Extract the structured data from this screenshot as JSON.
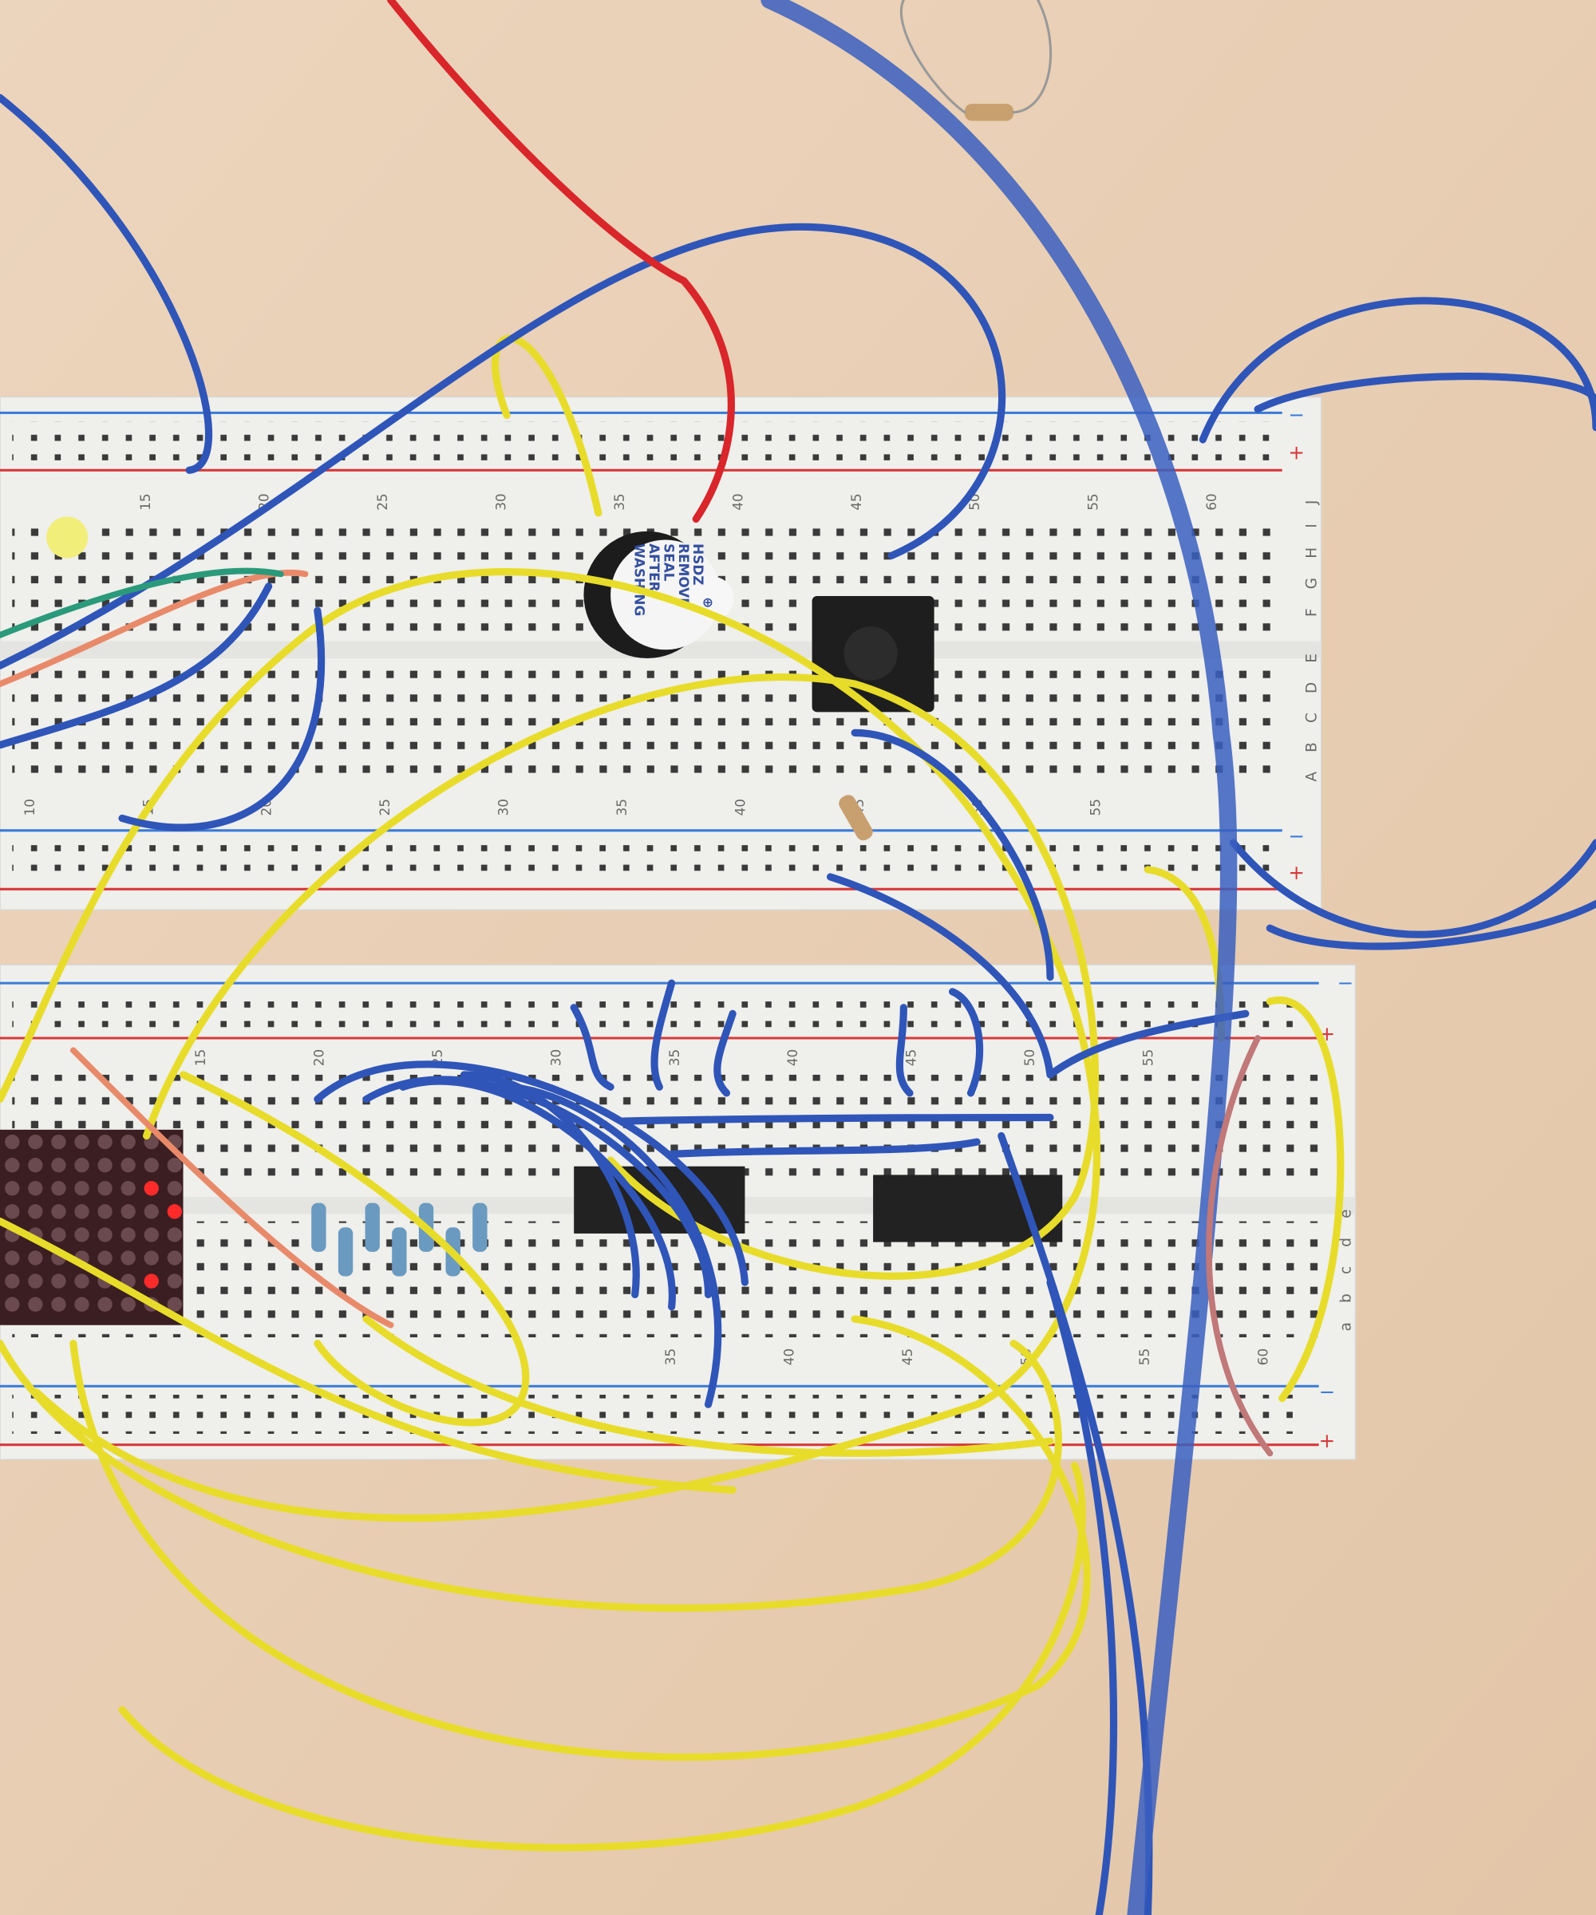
{
  "colors": {
    "desk": "#e8cfb6",
    "board": "#efefec",
    "yellow_wire": "#e8dc2a",
    "blue_wire": "#2f55b8",
    "red_wire": "#d8262a",
    "led_red": "#ff2a2a",
    "rail_red": "#d83a3a",
    "rail_blue": "#3a7ad8"
  },
  "top_board": {
    "top_numbers": [
      "15",
      "20",
      "25",
      "30",
      "35",
      "40",
      "45",
      "50",
      "55",
      "60"
    ],
    "bottom_numbers": [
      "10",
      "15",
      "20",
      "25",
      "30",
      "35",
      "40",
      "45",
      "50",
      "55"
    ],
    "upper_letters": "F G H I J",
    "lower_letters": "A B C D E",
    "plus": "+",
    "minus": "−"
  },
  "bottom_board": {
    "top_numbers": [
      "15",
      "20",
      "25",
      "30",
      "35",
      "40",
      "45",
      "50",
      "55"
    ],
    "bottom_numbers": [
      "35",
      "40",
      "45",
      "50",
      "55",
      "60"
    ],
    "lower_letters": "a b c d e",
    "plus": "+",
    "minus": "−"
  },
  "buzzer": {
    "lines": [
      "HSDZ",
      "REMOVE",
      "SEAL",
      "AFTER",
      "WASHING"
    ],
    "symbol": "⊕"
  },
  "icons": [
    "breadboard",
    "buzzer",
    "push-button",
    "led-matrix",
    "resistor",
    "ic-chip",
    "led"
  ]
}
